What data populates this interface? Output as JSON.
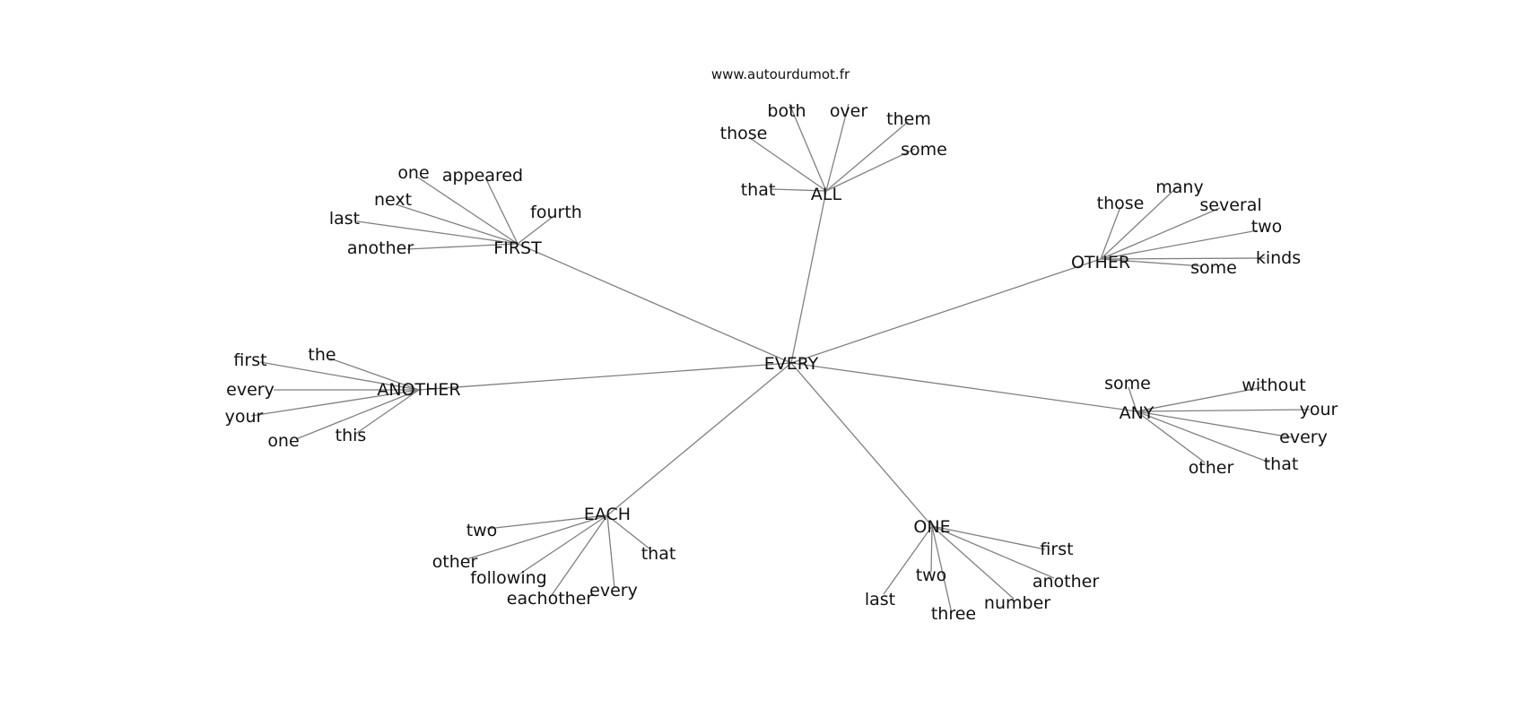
{
  "credit": "www.autourdumot.fr",
  "center": "EVERY",
  "branches": [
    {
      "hub": "ALL",
      "leaves": [
        "both",
        "over",
        "them",
        "those",
        "some",
        "that"
      ]
    },
    {
      "hub": "FIRST",
      "leaves": [
        "one",
        "appeared",
        "next",
        "fourth",
        "last",
        "another"
      ]
    },
    {
      "hub": "OTHER",
      "leaves": [
        "many",
        "those",
        "several",
        "two",
        "kinds",
        "some"
      ]
    },
    {
      "hub": "ANOTHER",
      "leaves": [
        "the",
        "first",
        "every",
        "your",
        "one",
        "this"
      ]
    },
    {
      "hub": "ANY",
      "leaves": [
        "some",
        "without",
        "your",
        "every",
        "that",
        "other"
      ]
    },
    {
      "hub": "EACH",
      "leaves": [
        "two",
        "other",
        "following",
        "eachother",
        "every",
        "that"
      ]
    },
    {
      "hub": "ONE",
      "leaves": [
        "first",
        "another",
        "two",
        "last",
        "three",
        "number"
      ]
    }
  ]
}
